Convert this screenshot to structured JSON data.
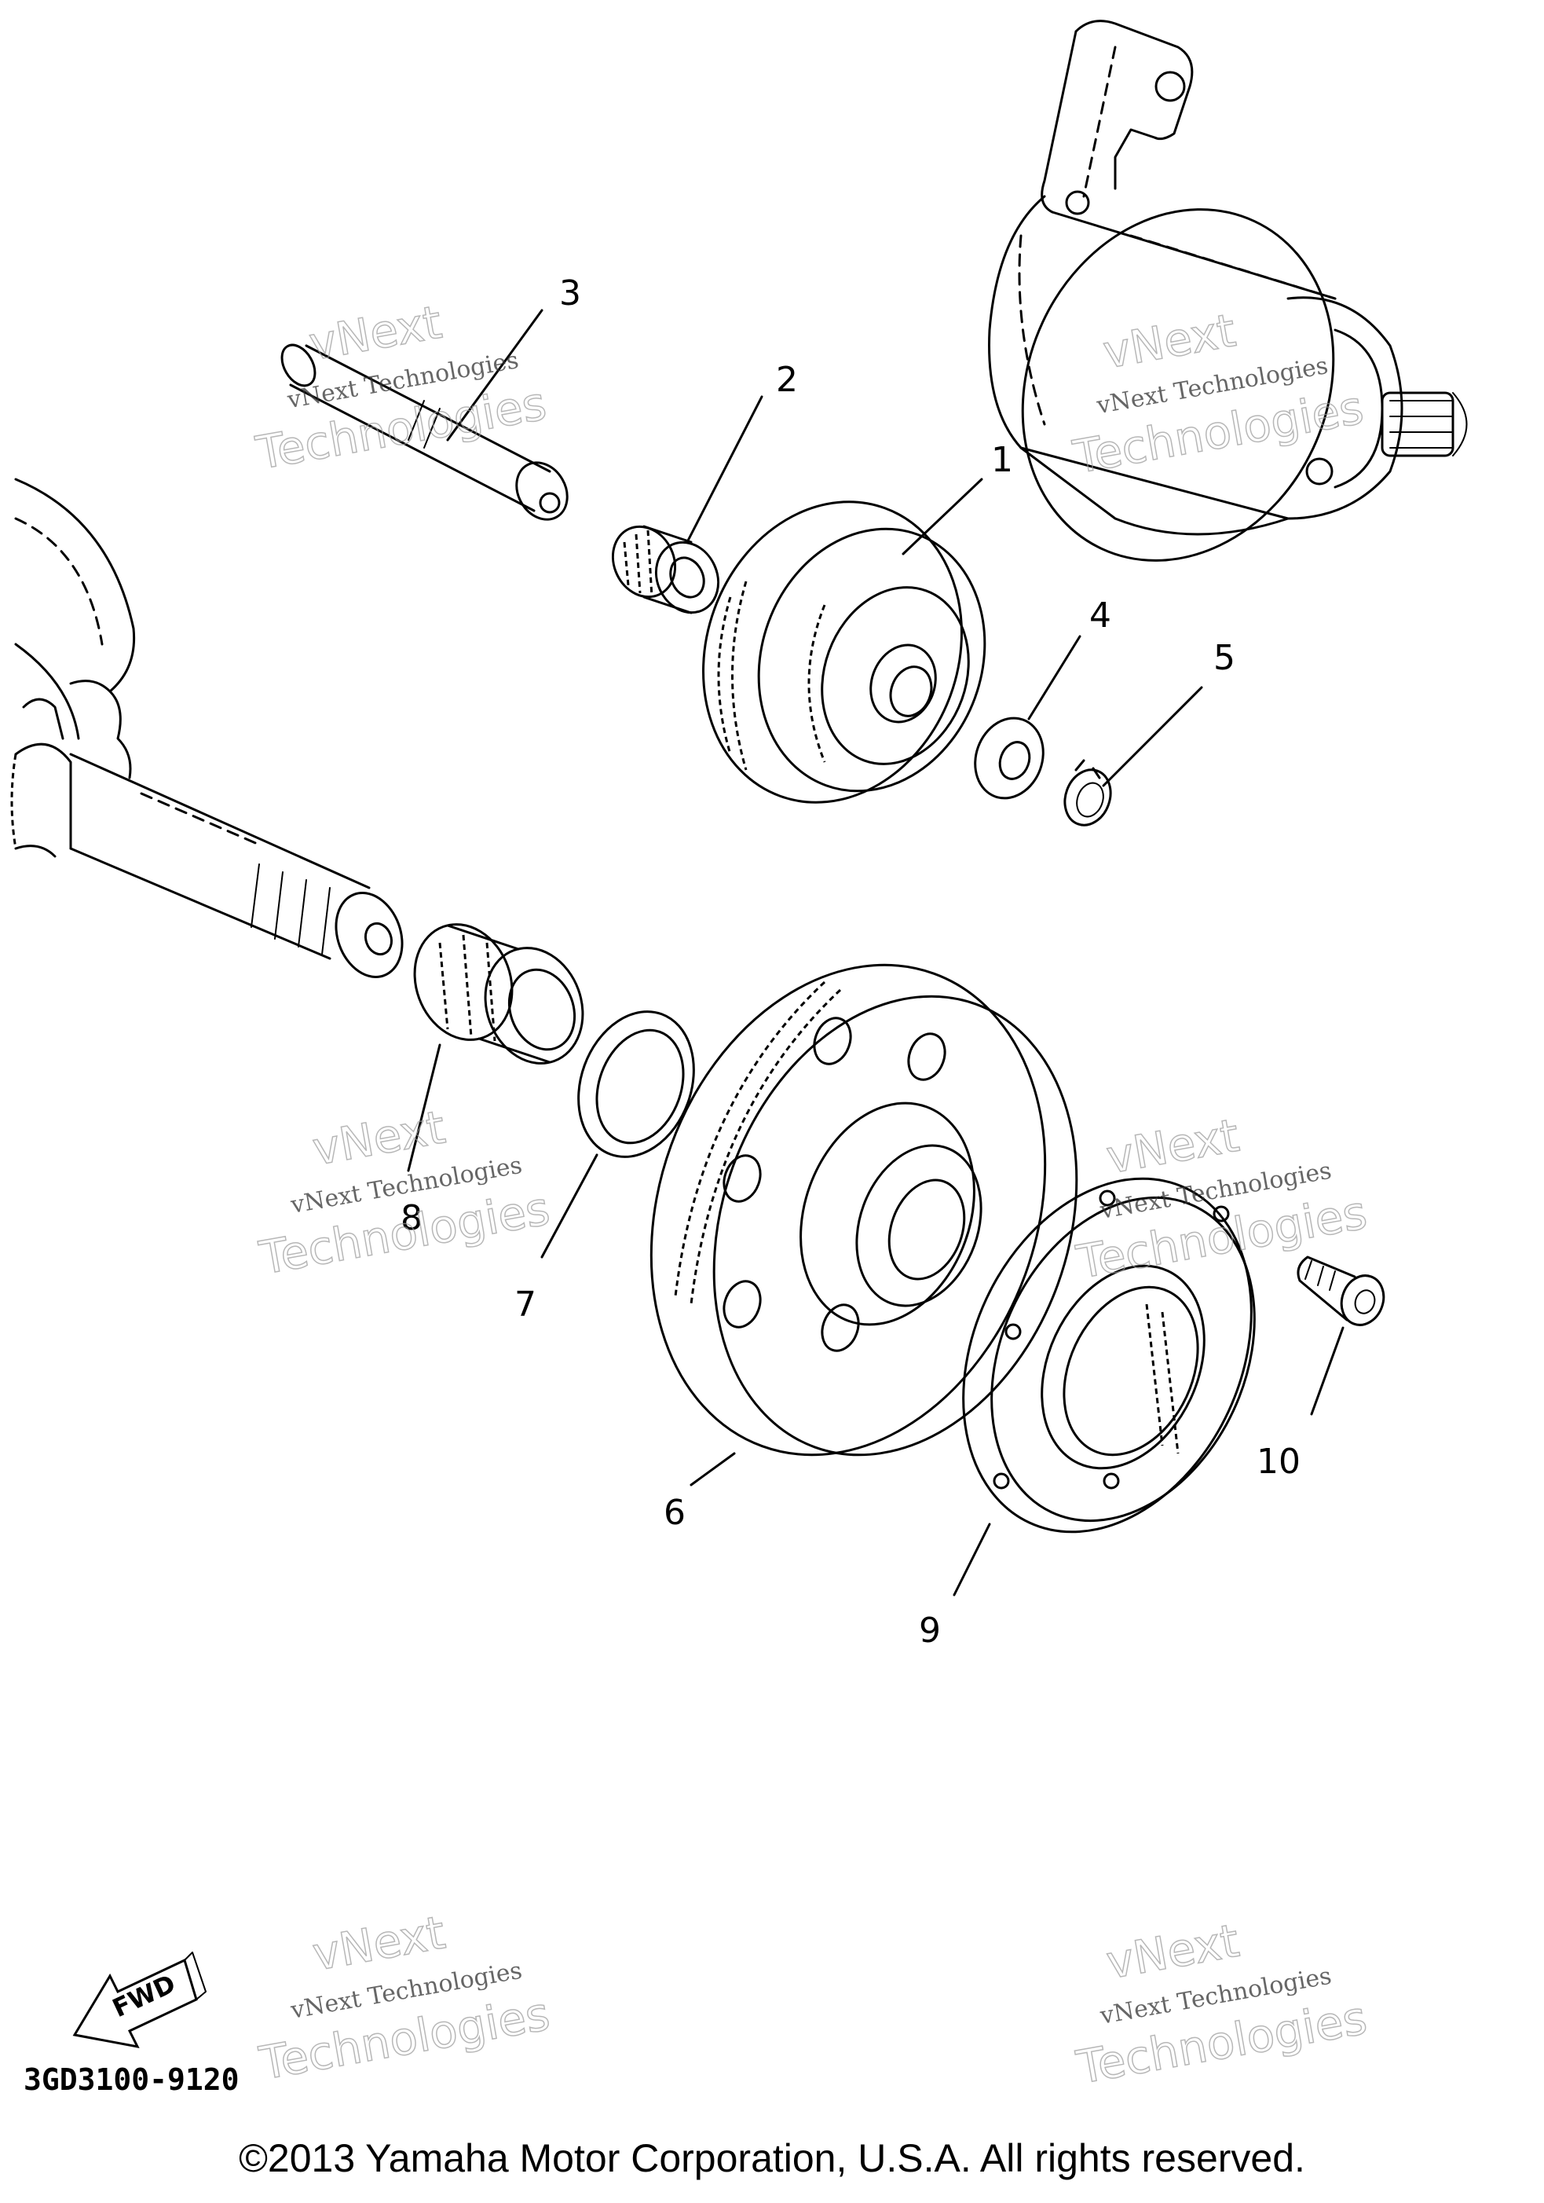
{
  "callouts": {
    "c1": "1",
    "c2": "2",
    "c3": "3",
    "c4": "4",
    "c5": "5",
    "c6": "6",
    "c7": "7",
    "c8": "8",
    "c9": "9",
    "c10": "10"
  },
  "watermark": {
    "small": "vNext Technologies",
    "big_top": "vNext",
    "big_bottom": "Technologies"
  },
  "fwd_label": "FWD",
  "part_number": "3GD3100-9120",
  "copyright": "©2013 Yamaha Motor Corporation, U.S.A. All rights reserved."
}
